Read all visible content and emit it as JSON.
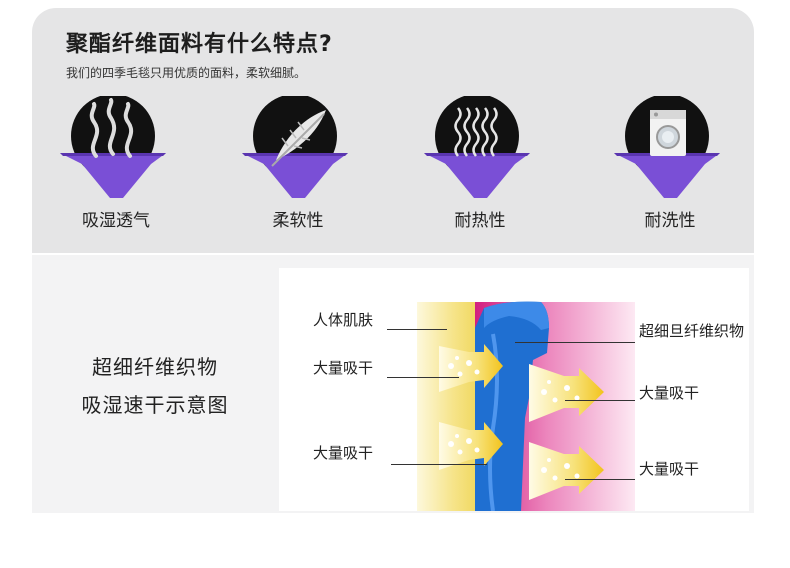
{
  "header": {
    "title": "聚酯纤维面料有什么特点?",
    "subtitle": "我们的四季毛毯只用优质的面料，柔软细腻。"
  },
  "features": [
    {
      "label": "吸湿透气",
      "icon": "steam-icon"
    },
    {
      "label": "柔软性",
      "icon": "feather-icon"
    },
    {
      "label": "耐热性",
      "icon": "heat-waves-icon"
    },
    {
      "label": "耐洗性",
      "icon": "washing-machine-icon"
    }
  ],
  "caption": {
    "line1": "超细纤维织物",
    "line2": "吸湿速干示意图"
  },
  "diagram": {
    "skin_label": "人体肌肤",
    "fabric_label": "超细旦纤维织物",
    "absorb_labels": [
      "大量吸干",
      "大量吸干",
      "大量吸干",
      "大量吸干"
    ]
  },
  "colors": {
    "accent_purple": "#7a4fd6",
    "icon_circle": "#111111",
    "top_panel": "#e5e5e6",
    "fiber_blue": "#1f6fd1",
    "fabric_pink": "#d9308f",
    "skin_yellow": "#f2df72"
  }
}
